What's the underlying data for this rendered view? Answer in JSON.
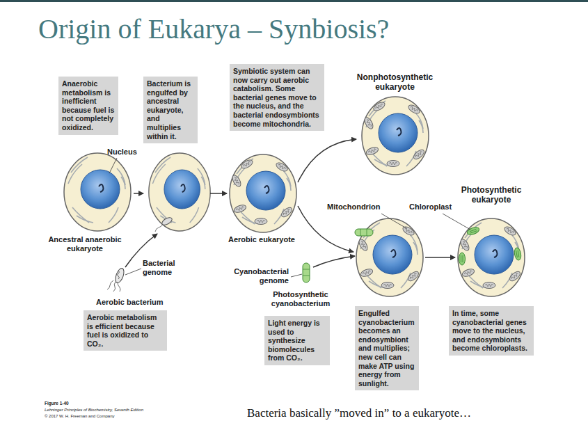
{
  "diagram": {
    "title": "Origin of Eukarya – Synbiosis?",
    "nodes": [
      {
        "text": [
          "Anaerobic metabolism is inefficient because fuel is not completely oxidized."
        ]
      },
      {
        "text": [
          "Bacterium is engulfed by ancestral eukaryote, and multiplies within it."
        ]
      },
      {
        "text": [
          "Symbiotic system can now carry out aerobic catabolism. Some bacterial genes move to the nucleus, and the bacterial endosymbionts become mitochondria."
        ]
      },
      {
        "text": [
          "Aerobic metabolism is efficient because fuel is oxidized to CO₂."
        ]
      },
      {
        "text": [
          "Light energy is used to synthesize biomolecules from CO₂."
        ]
      },
      {
        "text": [
          "Engulfed cyanobacterium becomes an endosymbiont and multiplies; new cell can make ATP using energy from sunlight."
        ]
      },
      {
        "text": [
          "In time, some cyanobacterial genes move to the nucleus, and endosymbionts become chloroplasts."
        ]
      }
    ],
    "labels": [
      "Nucleus",
      "Nonphotosynthetic eukaryote",
      "Photosynthetic eukaryote",
      "Mitochondrion",
      "Chloroplast",
      "Ancestral anaerobic eukaryote",
      "Aerobic eukaryote",
      "Bacterial genome",
      "Aerobic bacterium",
      "Cyanobacterial genome",
      "Photosynthetic cyanobacterium",
      "Figure 1-40",
      "Lehninger Principles of Biochemistry, Seventh Edition",
      "© 2017 W. H. Freeman and Company",
      "Bacteria basically ”moved in” to a eukaryote…"
    ]
  }
}
